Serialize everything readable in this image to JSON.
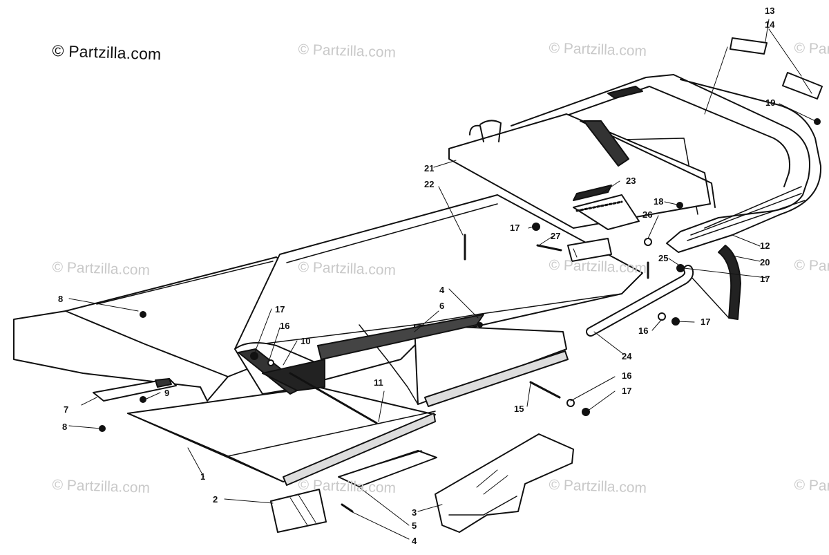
{
  "copyright": "© Partzilla.com",
  "watermark_text": "© Partzilla.com",
  "callouts": {
    "c1": "1",
    "c2": "2",
    "c3": "3",
    "c4a": "4",
    "c4b": "4",
    "c5": "5",
    "c6": "6",
    "c7": "7",
    "c8a": "8",
    "c8b": "8",
    "c9": "9",
    "c10": "10",
    "c11": "11",
    "c12": "12",
    "c13": "13",
    "c14": "14",
    "c15": "15",
    "c16a": "16",
    "c16b": "16",
    "c16c": "16",
    "c17a": "17",
    "c17b": "17",
    "c17c": "17",
    "c17d": "17",
    "c17e": "17",
    "c18": "18",
    "c19": "19",
    "c20": "20",
    "c21": "21",
    "c22": "22",
    "c23": "23",
    "c24": "24",
    "c25": "25",
    "c26": "26",
    "c27": "27"
  },
  "colors": {
    "ink": "#111111",
    "watermark": "#c9c9c9",
    "background": "#ffffff"
  }
}
